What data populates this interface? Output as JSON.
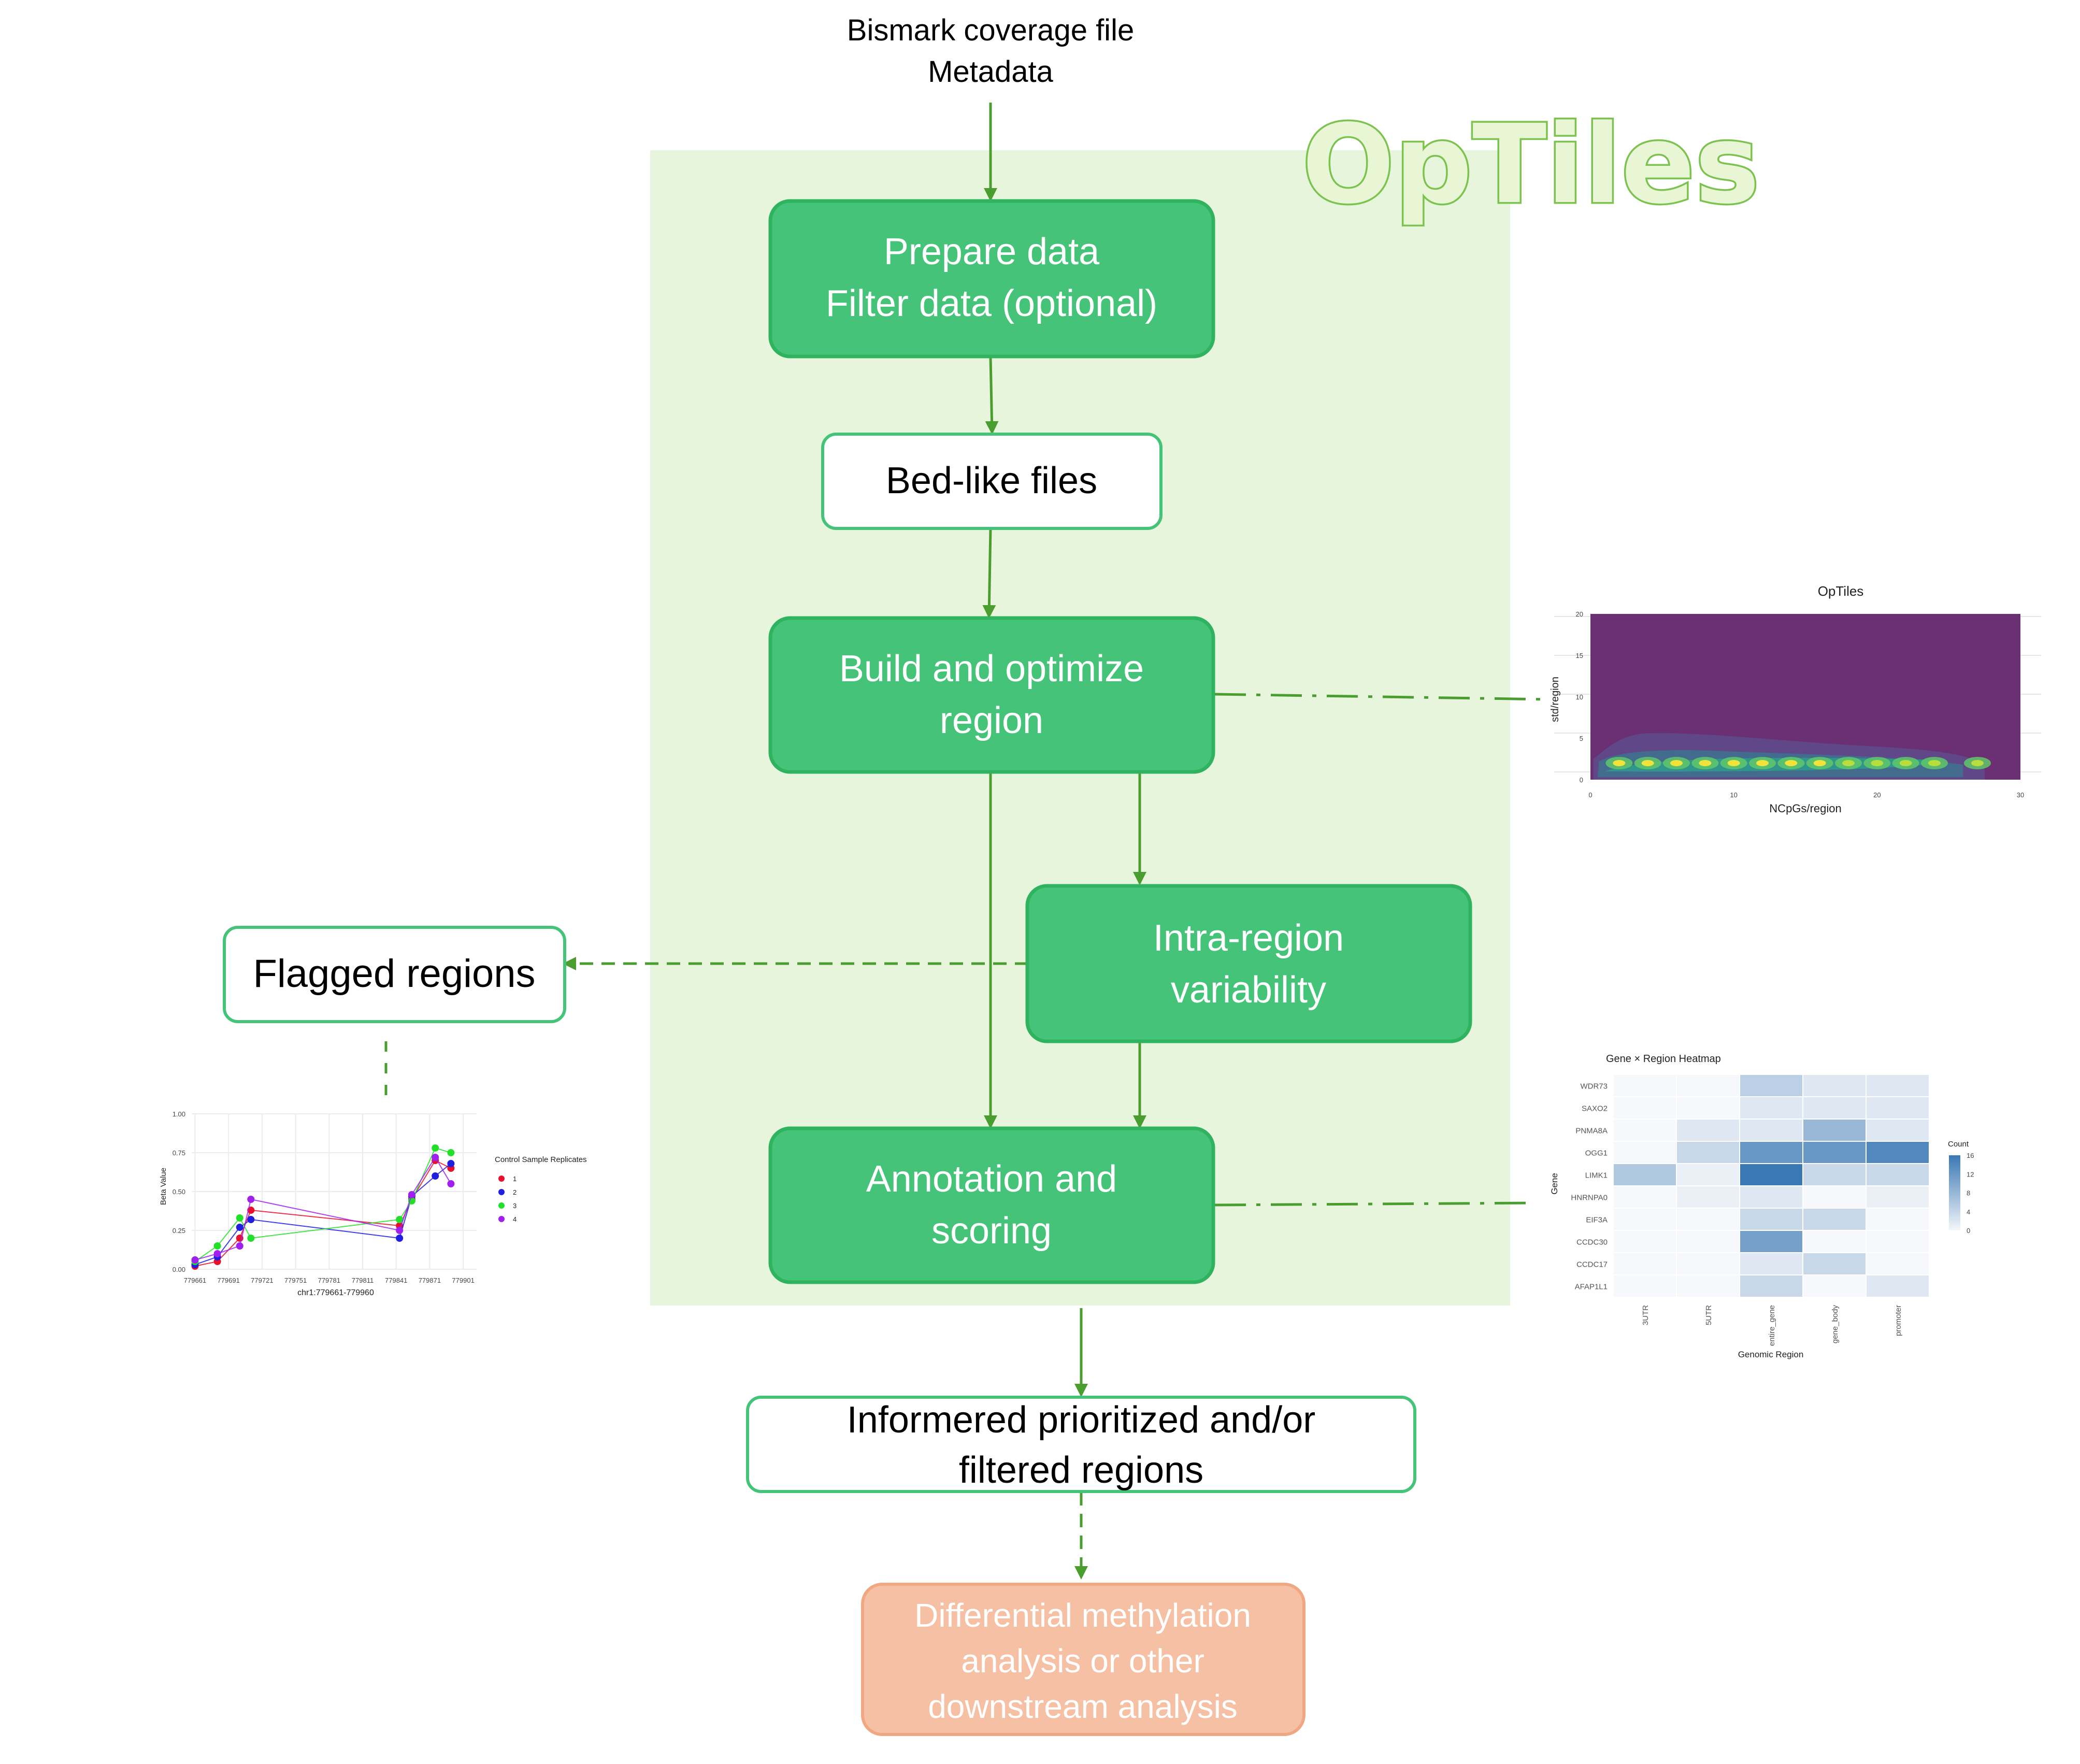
{
  "inputs": {
    "line1": "Bismark coverage file",
    "line2": "Metadata"
  },
  "brand": {
    "title": "OpTiles"
  },
  "steps": {
    "prepare": [
      "Prepare data",
      "Filter data (optional)"
    ],
    "bedlike": [
      "Bed-like files"
    ],
    "build": [
      "Build and optimize",
      "region"
    ],
    "intra": [
      "Intra-region",
      "variability"
    ],
    "annotation": [
      "Annotation and",
      "scoring"
    ],
    "flagged": [
      "Flagged regions"
    ],
    "informed": [
      "Informered prioritized and/or",
      "filtered regions"
    ],
    "downstream": [
      "Differential methylation",
      "analysis or other",
      "downstream analysis"
    ]
  },
  "colors": {
    "panel_bg": "#e7f5dc",
    "step_fill": "#45c479",
    "step_border": "#2fb35f",
    "outline_border": "#45c479",
    "arrow": "#4a9e2f",
    "downstream_fill": "#f5c0a3",
    "downstream_border": "#f0a883",
    "brand_fill": "#e8f6d6",
    "brand_stroke": "#7cc24e"
  },
  "charts": {
    "density": {
      "chart_data": {
        "type": "heatmap",
        "title": "OpTiles",
        "xlabel": "NCpGs/region",
        "ylabel": "std/region",
        "xlim": [
          0,
          30
        ],
        "ylim": [
          0,
          20
        ],
        "x_ticks": [
          "0",
          "10",
          "20",
          "30"
        ],
        "y_ticks": [
          "0",
          "5",
          "10",
          "15",
          "20"
        ],
        "hotspots_x": [
          2,
          4,
          6,
          8,
          10,
          12,
          14,
          16,
          18,
          20,
          22,
          24,
          27
        ],
        "hotspot_y": 2
      }
    },
    "replicates": {
      "chart_data": {
        "type": "line",
        "xlabel": "chr1:779661-779960",
        "ylabel": "Beta Value",
        "ylim": [
          0,
          1
        ],
        "x_ticks": [
          "779661",
          "779691",
          "779721",
          "779751",
          "779781",
          "779811",
          "779841",
          "779871",
          "779901"
        ],
        "y_ticks": [
          "0.00",
          "0.25",
          "0.50",
          "0.75",
          "1.00"
        ],
        "legend_title": "Control Sample Replicates",
        "legend_position": "right",
        "series": [
          {
            "name": "1",
            "color": "#e8112d",
            "points": [
              [
                779661,
                0.02
              ],
              [
                779681,
                0.05
              ],
              [
                779701,
                0.2
              ],
              [
                779711,
                0.38
              ],
              [
                779844,
                0.28
              ],
              [
                779855,
                0.45
              ],
              [
                779876,
                0.7
              ],
              [
                779890,
                0.65
              ]
            ]
          },
          {
            "name": "2",
            "color": "#1f1fe0",
            "points": [
              [
                779661,
                0.03
              ],
              [
                779681,
                0.08
              ],
              [
                779701,
                0.27
              ],
              [
                779711,
                0.32
              ],
              [
                779844,
                0.2
              ],
              [
                779855,
                0.47
              ],
              [
                779876,
                0.6
              ],
              [
                779890,
                0.68
              ]
            ]
          },
          {
            "name": "3",
            "color": "#22e02a",
            "points": [
              [
                779661,
                0.05
              ],
              [
                779681,
                0.15
              ],
              [
                779701,
                0.33
              ],
              [
                779711,
                0.2
              ],
              [
                779844,
                0.32
              ],
              [
                779855,
                0.44
              ],
              [
                779876,
                0.78
              ],
              [
                779890,
                0.75
              ]
            ]
          },
          {
            "name": "4",
            "color": "#a020f0",
            "points": [
              [
                779661,
                0.06
              ],
              [
                779681,
                0.1
              ],
              [
                779701,
                0.15
              ],
              [
                779711,
                0.45
              ],
              [
                779844,
                0.25
              ],
              [
                779855,
                0.48
              ],
              [
                779876,
                0.72
              ],
              [
                779890,
                0.55
              ]
            ]
          }
        ]
      }
    },
    "heatmap": {
      "chart_data": {
        "type": "heatmap",
        "title": "Gene × Region Heatmap",
        "xlabel": "Genomic Region",
        "ylabel": "Gene",
        "columns": [
          "3UTR",
          "5UTR",
          "entire_gene",
          "gene_body",
          "promoter"
        ],
        "rows": [
          "WDR73",
          "SAXO2",
          "PNMA8A",
          "OGG1",
          "LIMK1",
          "HNRNPA0",
          "EIF3A",
          "CCDC30",
          "CCDC17",
          "AFAP1L1"
        ],
        "values": [
          [
            0,
            0,
            5,
            2,
            2
          ],
          [
            0,
            0,
            2,
            2,
            2
          ],
          [
            0,
            2,
            2,
            8,
            2
          ],
          [
            0,
            4,
            12,
            12,
            14
          ],
          [
            6,
            1,
            16,
            4,
            4
          ],
          [
            0,
            1,
            2,
            0,
            1
          ],
          [
            0,
            0,
            4,
            4,
            0
          ],
          [
            0,
            0,
            11,
            0,
            0
          ],
          [
            0,
            0,
            2,
            4,
            0
          ],
          [
            0,
            0,
            4,
            0,
            2
          ]
        ],
        "legend_title": "Count",
        "legend_ticks": [
          "16",
          "12",
          "8",
          "4",
          "0"
        ],
        "vmax": 16
      }
    }
  }
}
